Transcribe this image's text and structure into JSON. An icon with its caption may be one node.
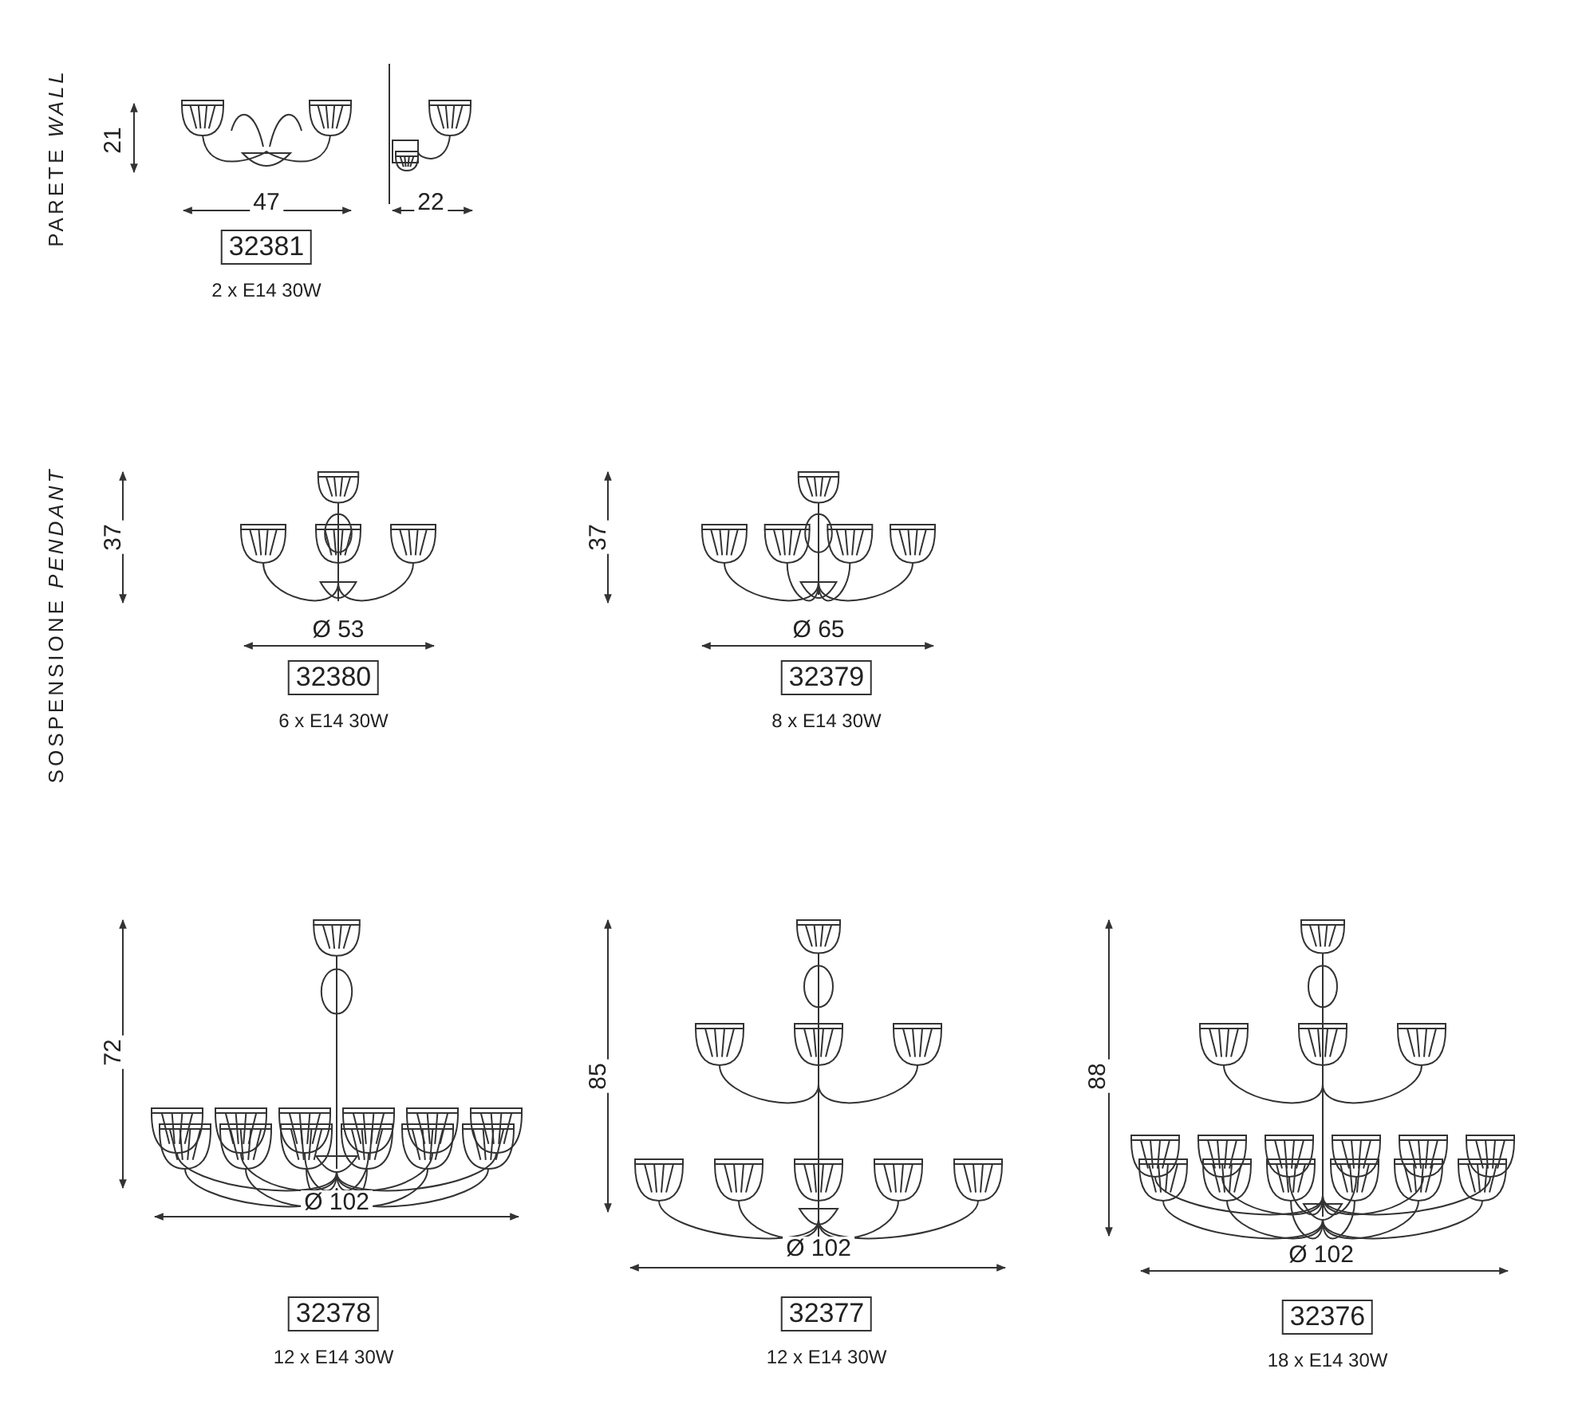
{
  "diagram": {
    "nodes": [
      {
        "text": [
          "32381"
        ],
        "beside": [
          "2 x E14 30W"
        ]
      },
      {
        "text": [
          "32380"
        ],
        "beside": [
          "6 x E14 30W"
        ]
      },
      {
        "text": [
          "32379"
        ],
        "beside": [
          "8 x E14 30W"
        ]
      },
      {
        "text": [
          "32378"
        ],
        "beside": [
          "12 x E14 30W"
        ]
      },
      {
        "text": [
          "32377"
        ],
        "beside": [
          "12 x E14 30W"
        ]
      },
      {
        "text": [
          "32376"
        ],
        "beside": [
          "18 x E14 30W"
        ]
      }
    ],
    "labels": [
      "PARETE *WALL*",
      "21",
      "47",
      "22",
      "SOSPENSIONE *PENDANT*",
      "37",
      "Ø 53",
      "37",
      "Ø 65",
      "72",
      "Ø 102",
      "85",
      "Ø 102",
      "88",
      "Ø 102"
    ]
  }
}
